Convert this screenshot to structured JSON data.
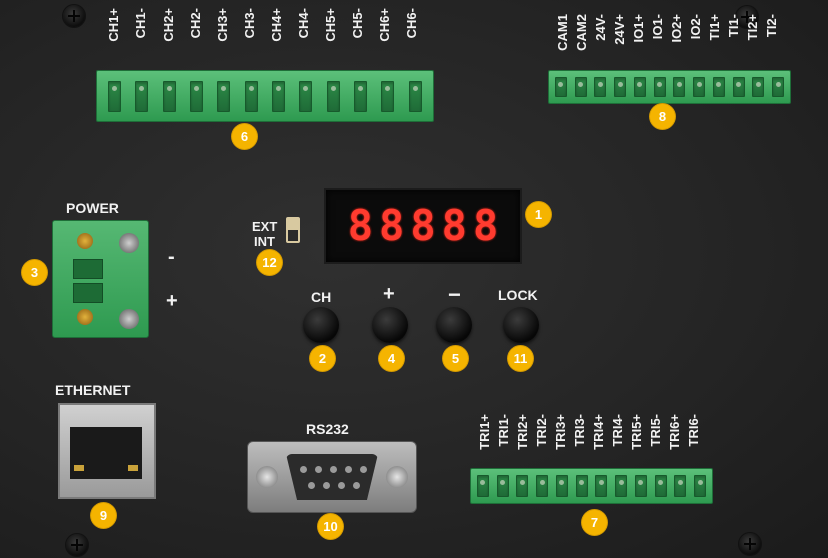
{
  "labels": {
    "power": "POWER",
    "minus": "-",
    "plus": "+",
    "ext": "EXT",
    "int": "INT",
    "ethernet": "ETHERNET",
    "rs232": "RS232"
  },
  "display": {
    "digits": [
      "8",
      "8",
      "8",
      "8",
      "8"
    ],
    "color": "#ff3b2f"
  },
  "buttons": [
    {
      "label": "CH",
      "badge": "2"
    },
    {
      "label": "+",
      "badge": "4"
    },
    {
      "label": "−",
      "badge": "5"
    },
    {
      "label": "LOCK",
      "badge": "11"
    }
  ],
  "channel_terminal": {
    "pins": [
      "CH1+",
      "CH1-",
      "CH2+",
      "CH2-",
      "CH3+",
      "CH3-",
      "CH4+",
      "CH4-",
      "CH5+",
      "CH5-",
      "CH6+",
      "CH6-"
    ],
    "badge": "6"
  },
  "io_terminal": {
    "pins": [
      "CAM1",
      "CAM2",
      "24V-",
      "24V+",
      "IO1+",
      "IO1-",
      "IO2+",
      "IO2-",
      "TI1+",
      "TI1-",
      "TI2+",
      "TI2-"
    ],
    "badge": "8"
  },
  "trigger_terminal": {
    "pins": [
      "TRI1+",
      "TRI1-",
      "TRI2+",
      "TRI2-",
      "TRI3+",
      "TRI3-",
      "TRI4+",
      "TRI4-",
      "TRI5+",
      "TRI5-",
      "TRI6+",
      "TRI6-"
    ],
    "badge": "7"
  },
  "badges": {
    "display": "1",
    "power": "3",
    "ethernet": "9",
    "rs232": "10",
    "ext_int": "12"
  },
  "colors": {
    "terminal": "#3aa65c",
    "badge": "#f5b400",
    "panel": "#262626"
  }
}
